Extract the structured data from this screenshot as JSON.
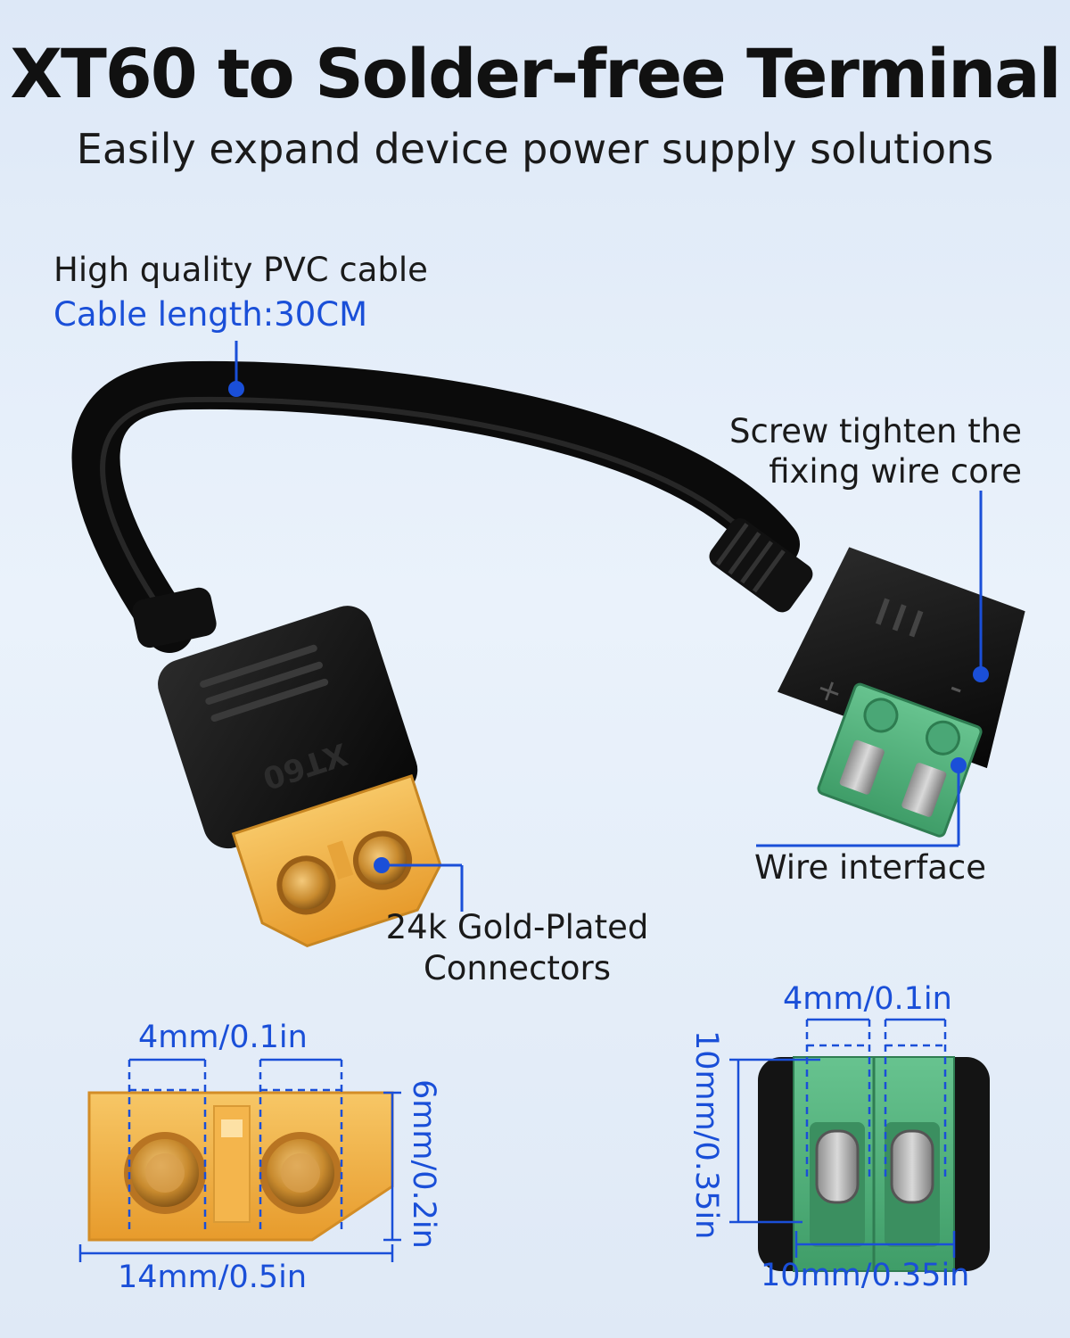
{
  "header": {
    "title": "XT60 to Solder-free Terminal",
    "subtitle": "Easily expand device power supply solutions"
  },
  "callouts": {
    "cable_line1": "High quality PVC cable",
    "cable_line2": "Cable length:30CM",
    "screw_line1": "Screw tighten the",
    "screw_line2": "fixing wire core",
    "wire_interface": "Wire interface",
    "gold_line1": "24k Gold-Plated",
    "gold_line2": "Connectors"
  },
  "product": {
    "xt60_embossed_text": "XT60",
    "terminal_polarity": [
      "+",
      "-"
    ]
  },
  "dimensions": {
    "xt60_pin_width": "4mm/0.1in",
    "xt60_height": "6mm/0.2in",
    "xt60_width": "14mm/0.5in",
    "terminal_slot_width": "4mm/0.1in",
    "terminal_height": "10mm/0.35in",
    "terminal_width": "10mm/0.35in"
  },
  "colors": {
    "accent_blue": "#1a4fd8",
    "connector_yellow": "#f2b040",
    "terminal_green": "#4fb57c",
    "cable_black": "#111111"
  }
}
